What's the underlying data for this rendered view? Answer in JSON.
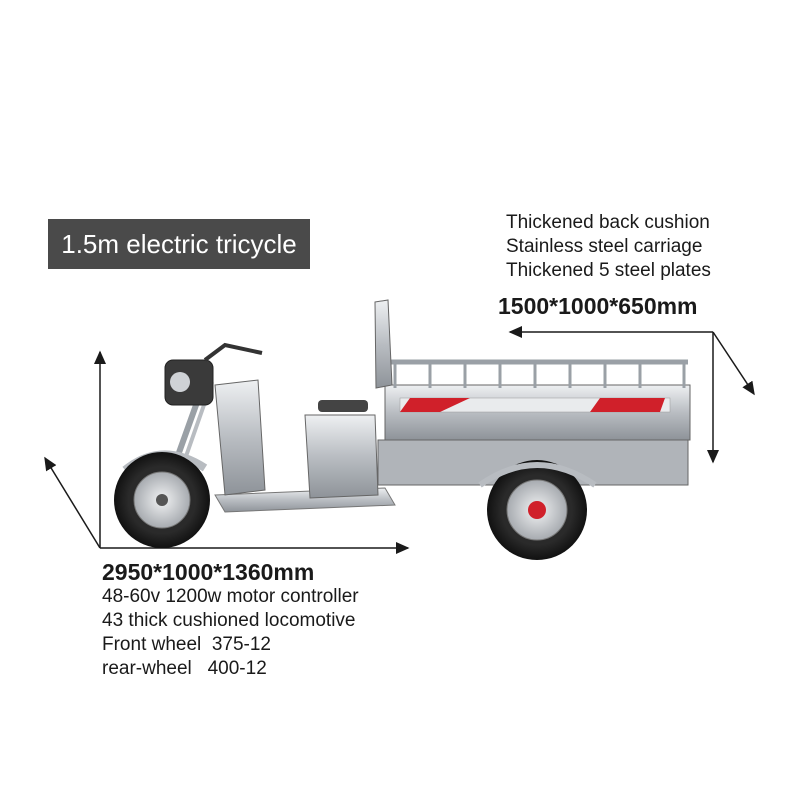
{
  "badge": {
    "title": "1.5m electric tricycle"
  },
  "cargo_specs": {
    "lines": [
      "Thickened back cushion",
      "Stainless steel carriage",
      "Thickened 5 steel plates"
    ],
    "dimensions": "1500*1000*650mm"
  },
  "vehicle_specs": {
    "dimensions": "2950*1000*1360mm",
    "lines": [
      "48-60v 1200w motor controller",
      "43 thick cushioned locomotive",
      "Front wheel  375-12",
      "rear-wheel   400-12"
    ]
  },
  "colors": {
    "badge_bg": "#4a4a4a",
    "text": "#1a1a1a",
    "steel": "#c9ccd0",
    "accent": "#d0202a"
  }
}
